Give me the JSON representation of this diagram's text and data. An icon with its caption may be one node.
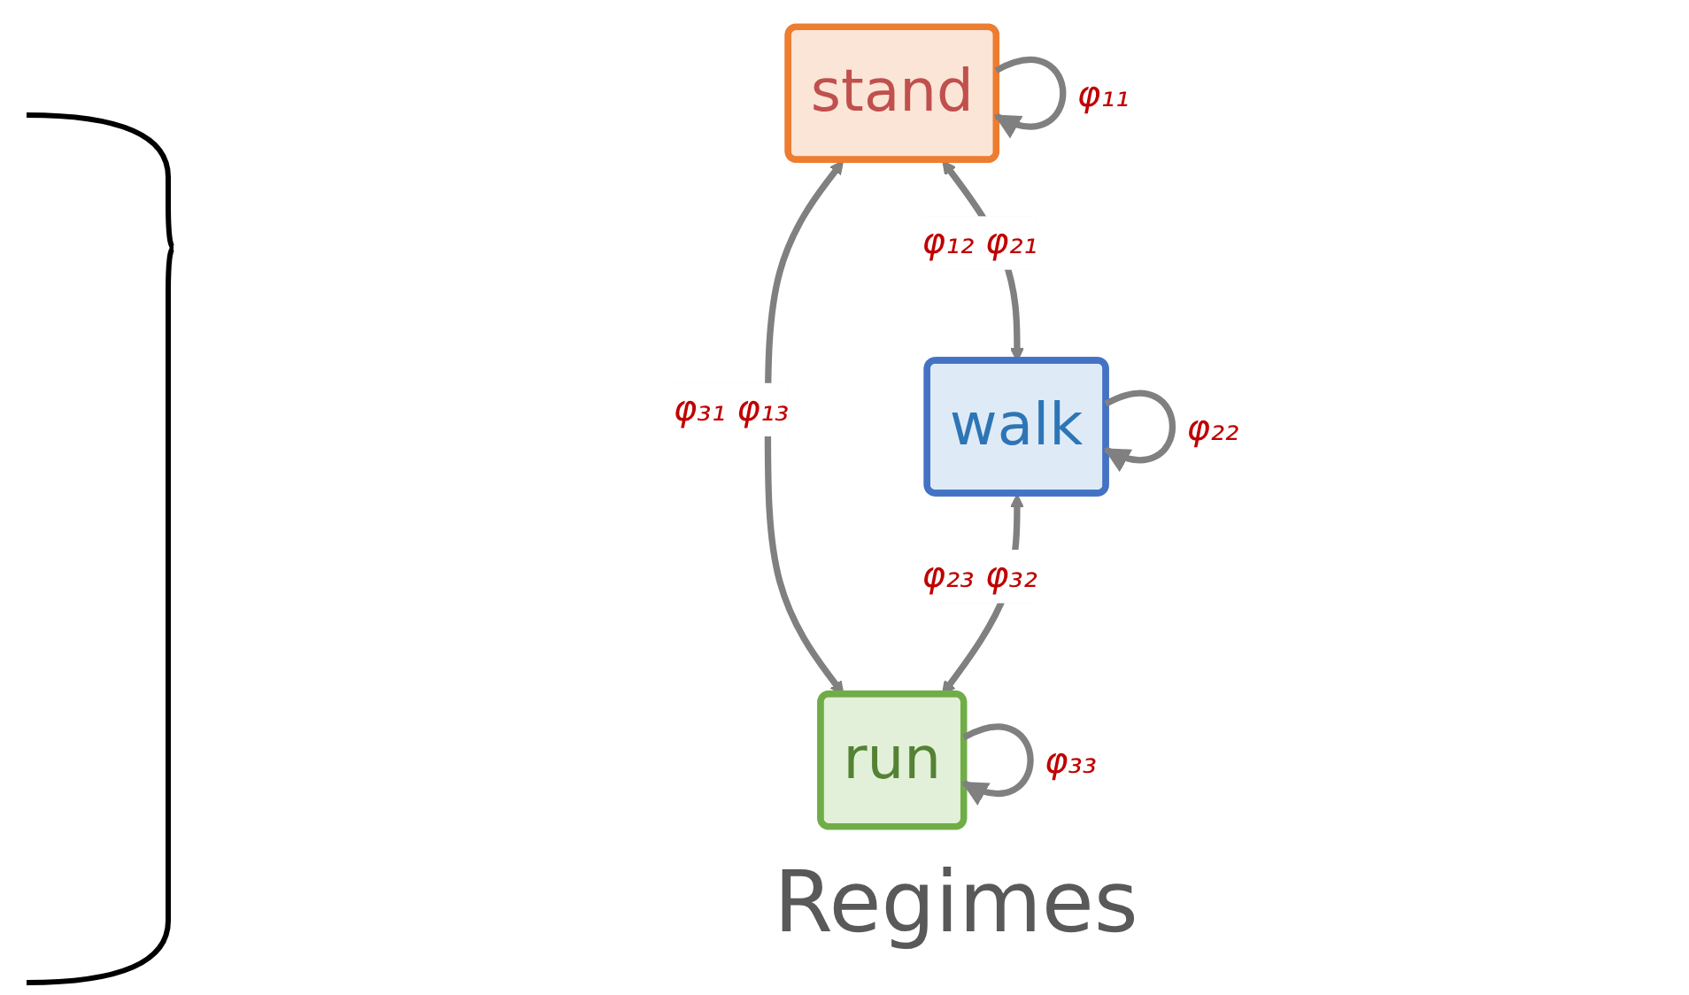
{
  "diagram": {
    "caption": "Regimes",
    "nodes": [
      {
        "text": [
          "stand"
        ]
      },
      {
        "text": [
          "walk"
        ]
      },
      {
        "text": [
          "run"
        ]
      }
    ],
    "edges": [
      {
        "from": 0,
        "to": 0,
        "arrow": "to",
        "label": "φ₁₁"
      },
      {
        "from": 0,
        "to": 1,
        "arrow": "both",
        "label": "φ₁₂ φ₂₁"
      },
      {
        "from": 1,
        "to": 1,
        "arrow": "to",
        "label": "φ₂₂"
      },
      {
        "from": 0,
        "to": 2,
        "arrow": "both",
        "label": "φ₃₁ φ₁₃"
      },
      {
        "from": 1,
        "to": 2,
        "arrow": "both",
        "label": "φ₂₃ φ₃₂"
      },
      {
        "from": 2,
        "to": 2,
        "arrow": "to",
        "label": "φ₃₃"
      }
    ]
  }
}
